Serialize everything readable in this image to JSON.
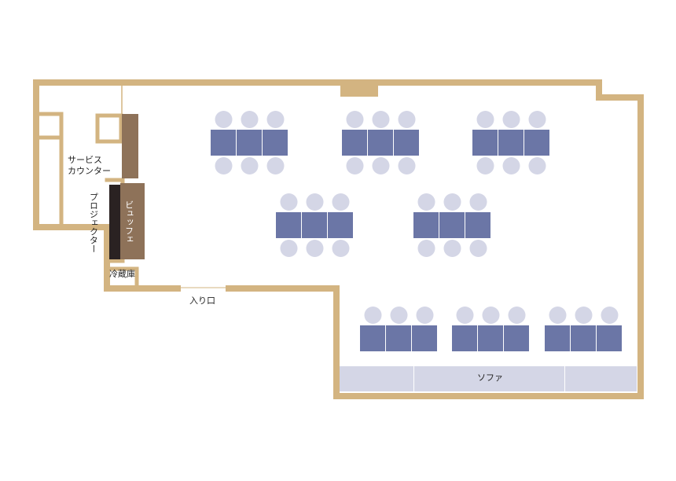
{
  "labels": {
    "service_counter_line1": "サービス",
    "service_counter_line2": "カウンター",
    "projector": "プロジェクター",
    "buffet": "ビュッフェ",
    "fridge": "冷蔵庫",
    "entrance": "入り口",
    "sofa": "ソファ"
  },
  "colors": {
    "wall": "#d3b481",
    "table": "#6b76a6",
    "chair": "#d4d6e6",
    "sofa": "#d4d6e6",
    "buffet": "#8e7259",
    "projector": "#2a2222"
  },
  "seating": {
    "table_groups": 8,
    "tables_per_group": 3,
    "chairs_per_group": 6
  }
}
